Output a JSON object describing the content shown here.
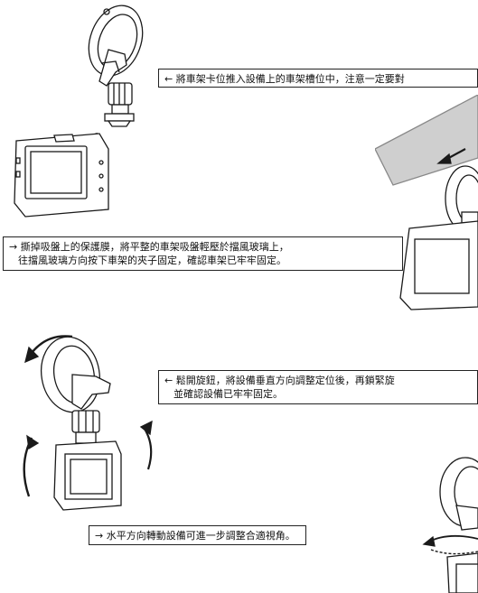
{
  "steps": [
    {
      "lines": [
        "← 將車架卡位推入設備上的車架槽位中，注意一定要對"
      ]
    },
    {
      "lines": [
        "→ 撕掉吸盤上的保護膜，將平整的車架吸盤輕壓於擋風玻璃上，",
        "往擋風玻璃方向按下車架的夾子固定，確認車架已牢牢固定。"
      ]
    },
    {
      "lines": [
        "← 鬆開旋鈕，將設備垂直方向調整定位後，再鎖緊旋",
        "並確認設備已牢牢固定。"
      ]
    },
    {
      "lines": [
        "→ 水平方向轉動設備可進一步調整合適視角。"
      ]
    }
  ],
  "colors": {
    "stroke": "#1a1a1a",
    "glass": "#cfcfcf",
    "ink": "#111111"
  }
}
